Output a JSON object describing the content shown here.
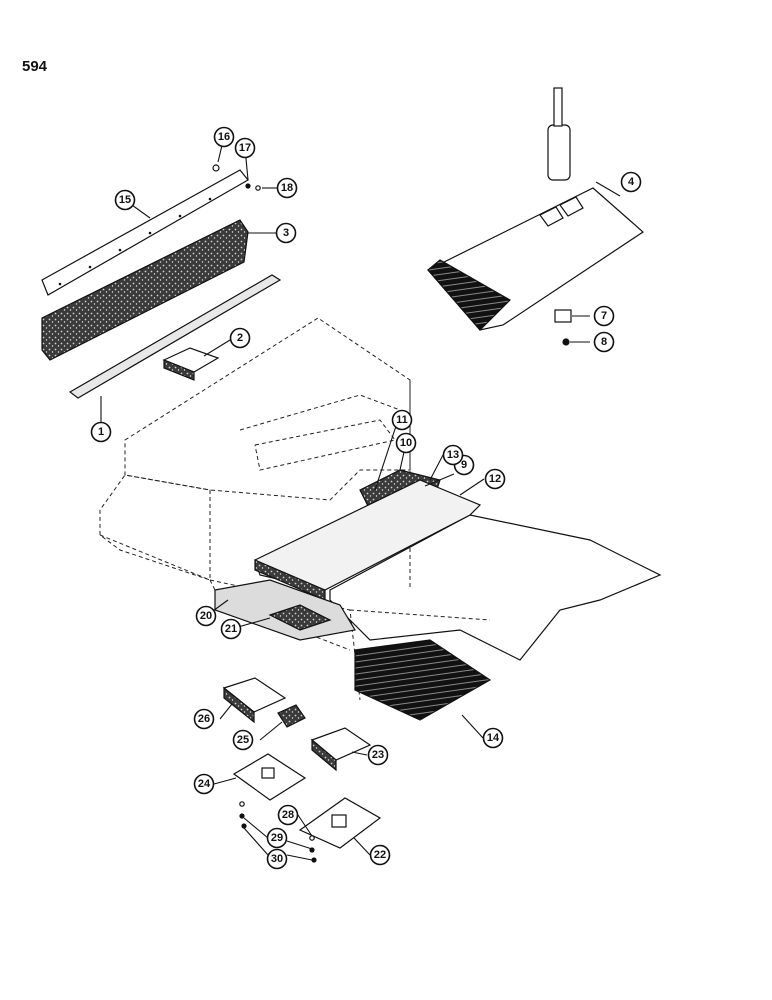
{
  "page_number": "594",
  "callouts": [
    "1",
    "2",
    "3",
    "4",
    "7",
    "8",
    "9",
    "10",
    "11",
    "12",
    "13",
    "14",
    "15",
    "16",
    "17",
    "18",
    "20",
    "21",
    "22",
    "23",
    "24",
    "25",
    "26",
    "28",
    "29",
    "30"
  ]
}
